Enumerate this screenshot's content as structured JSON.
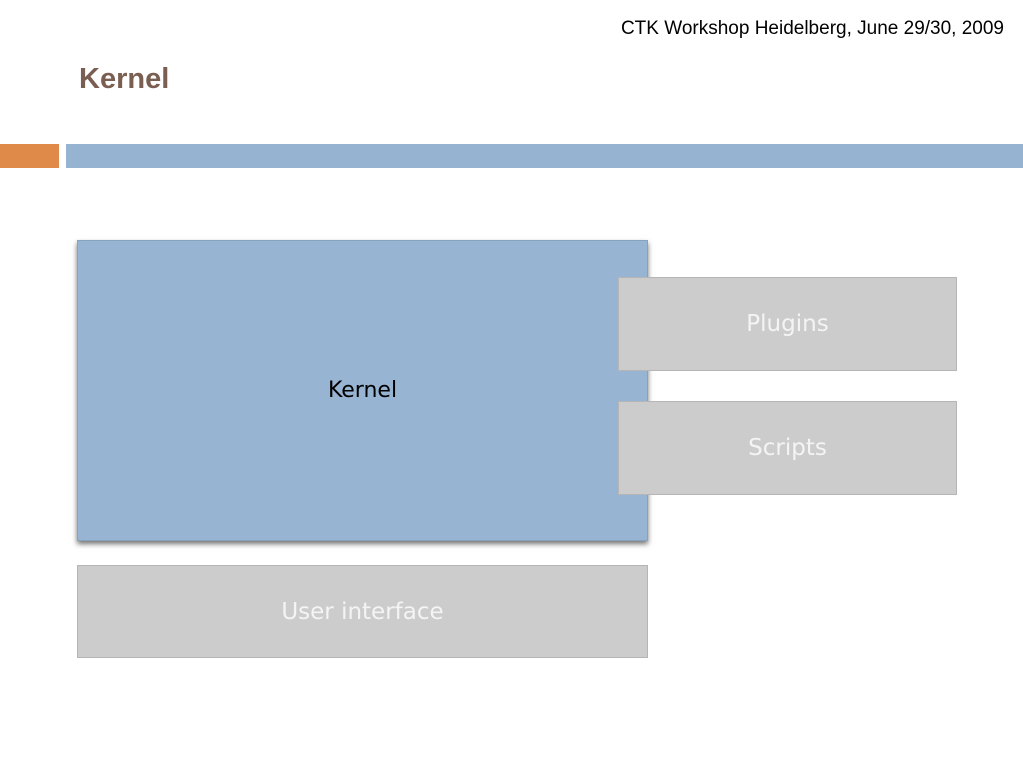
{
  "header": {
    "event": "CTK Workshop Heidelberg, June 29/30, 2009"
  },
  "slide": {
    "title": "Kernel"
  },
  "diagram": {
    "kernel": "Kernel",
    "plugins": "Plugins",
    "scripts": "Scripts",
    "user_interface": "User interface"
  },
  "colors": {
    "accent": "#e08a4a",
    "rule": "#96b4d1",
    "kernel_fill": "#97b4d2",
    "kernel_text": "#000000",
    "module_fill": "#cccccc",
    "module_text": "#f4f4f4",
    "title_text": "#7a5e51"
  }
}
